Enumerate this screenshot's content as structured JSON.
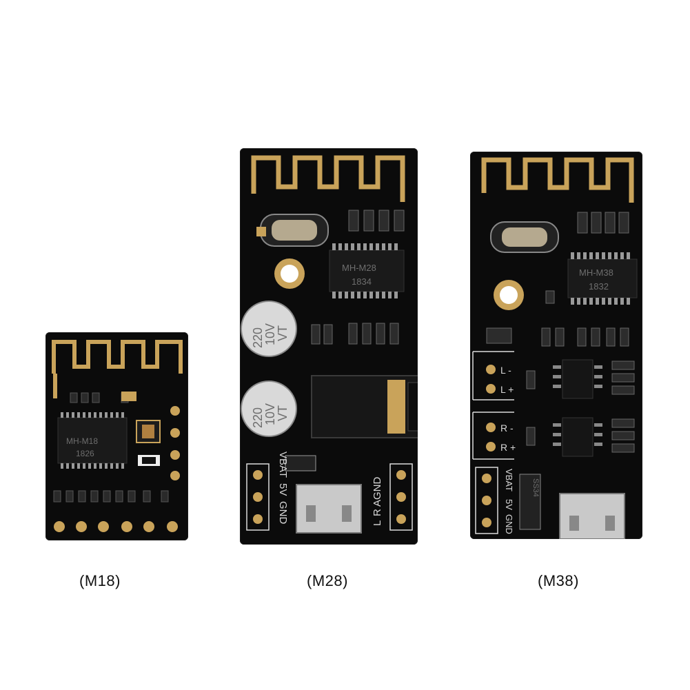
{
  "boards": [
    {
      "caption": "(M18)",
      "chip_model": "MH-M18",
      "chip_code": "1826"
    },
    {
      "caption": "(M28)",
      "chip_model": "MH-M28",
      "chip_code": "1834",
      "cap_value": "220",
      "cap_voltage": "10V",
      "cap_mark": "VT",
      "pins_left": [
        "VBAT",
        "5V",
        "GND"
      ],
      "pins_right": [
        "AGND",
        "R",
        "L"
      ]
    },
    {
      "caption": "(M38)",
      "chip_model": "MH-M38",
      "chip_code": "1832",
      "pin_l_minus": "L -",
      "pin_l_plus": "L +",
      "pin_r_minus": "R -",
      "pin_r_plus": "R +",
      "pins_left": [
        "VBAT",
        "5V",
        "GND"
      ],
      "diode_code": "SS34"
    }
  ],
  "colors": {
    "board": "#0b0b0b",
    "gold": "#c9a35a",
    "silk": "#d8d8d8"
  }
}
